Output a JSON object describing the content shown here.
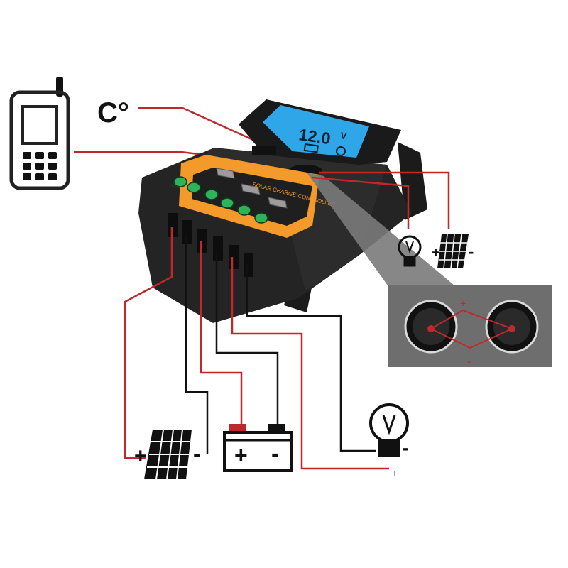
{
  "labels": {
    "temp_sensor": "C°",
    "lcd_voltage": "12.0",
    "lcd_unit": "V",
    "controller_title": "SOLAR CHARGE CONTROLLER",
    "plus": "+",
    "minus": "-"
  },
  "icons": [
    "mobile-phone-icon",
    "solar-panel-icon",
    "battery-icon",
    "light-bulb-icon",
    "usb-port-icon"
  ],
  "colors": {
    "wire_red": "#c0282d",
    "wire_black": "#111111",
    "case": "#222222",
    "panel_orange": "#f39a2a",
    "lcd_blue": "#2fa6e8",
    "terminal_green": "#2eb35a",
    "zoom_bg": "#6e6e6e"
  }
}
